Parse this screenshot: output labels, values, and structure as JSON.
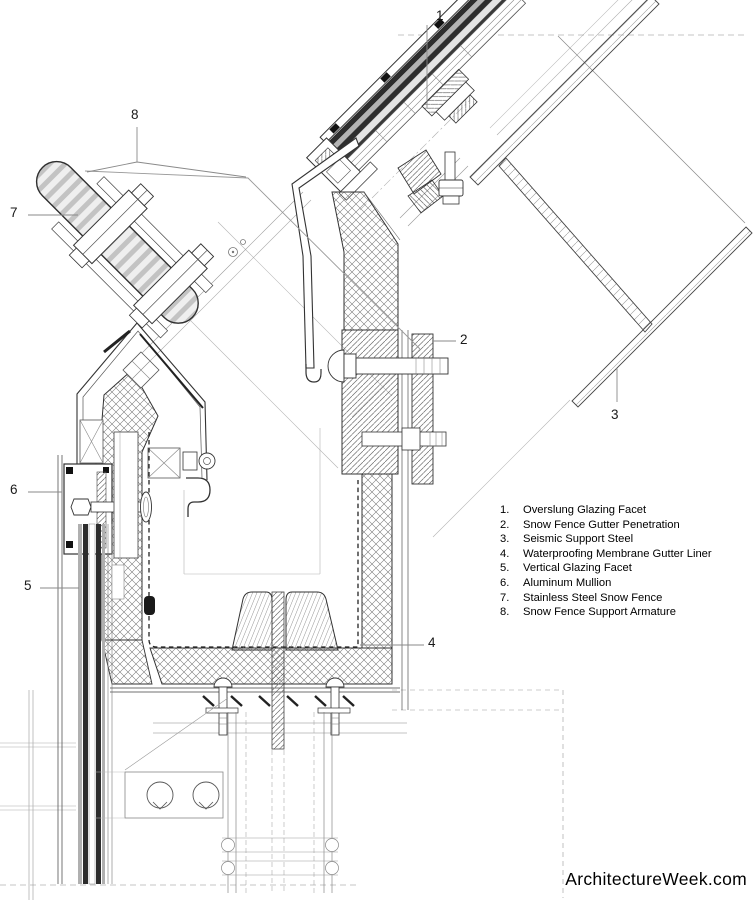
{
  "watermark": "ArchitectureWeek.com",
  "callouts": [
    {
      "number": "1"
    },
    {
      "number": "2"
    },
    {
      "number": "3"
    },
    {
      "number": "4"
    },
    {
      "number": "5"
    },
    {
      "number": "6"
    },
    {
      "number": "7"
    },
    {
      "number": "8"
    }
  ],
  "legend": {
    "items": [
      {
        "number": "1.",
        "text": "Overslung Glazing Facet"
      },
      {
        "number": "2.",
        "text": "Snow Fence Gutter Penetration"
      },
      {
        "number": "3.",
        "text": "Seismic Support Steel"
      },
      {
        "number": "4.",
        "text": "Waterproofing Membrane Gutter Liner"
      },
      {
        "number": "5.",
        "text": "Vertical Glazing Facet"
      },
      {
        "number": "6.",
        "text": "Aluminum Mullion"
      },
      {
        "number": "7.",
        "text": "Stainless Steel Snow Fence"
      },
      {
        "number": "8.",
        "text": "Snow Fence Support Armature"
      }
    ]
  },
  "colors": {
    "line": "#333333",
    "glass": "#2d2d2d",
    "paper": "#ffffff"
  }
}
